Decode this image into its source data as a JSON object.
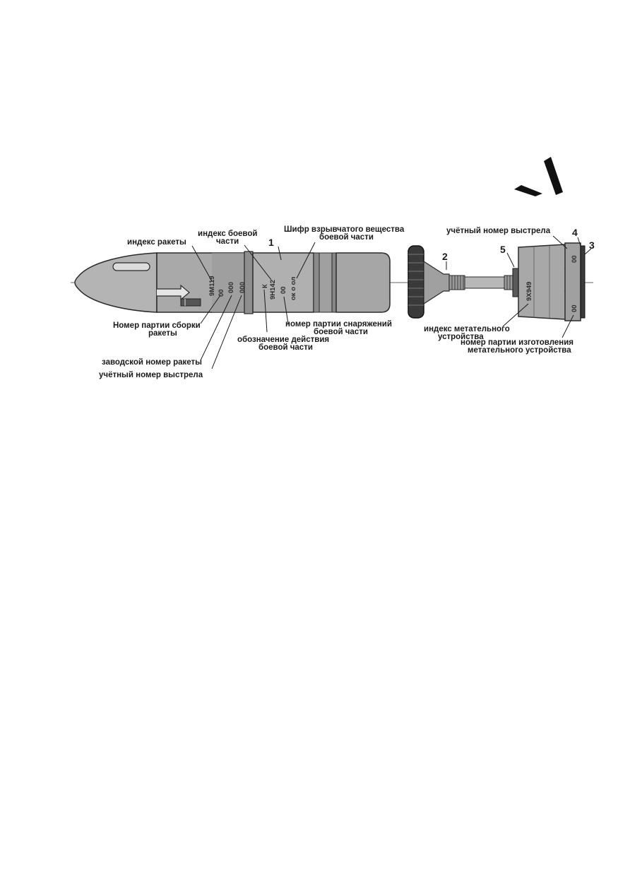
{
  "diagram": {
    "callouts": {
      "c1": "1",
      "c2": "2",
      "c3": "3",
      "c4": "4",
      "c5": "5"
    },
    "labels": {
      "missile_index": "индекс ракеты",
      "warhead_index_l1": "индекс боевой",
      "warhead_index_l2": "части",
      "explosive_code_l1": "Шифр взрывчатого вещества",
      "explosive_code_l2": "боевой части",
      "round_number_top": "учётный номер выстрела",
      "assembly_lot_l1": "Номер партии сборки",
      "assembly_lot_l2": "ракеты",
      "loading_lot_l1": "номер партии снаряжений",
      "loading_lot_l2": "боевой части",
      "action_designation_l1": "обозначение действия",
      "action_designation_l2": "боевой части",
      "launcher_index_l1": "индекс метательного",
      "launcher_index_l2": "устройства",
      "launcher_lot_l1": "номер партии изготовления",
      "launcher_lot_l2": "метательного устройства",
      "factory_number": "заводской номер ракеты",
      "round_number_bottom": "учётный номер выстрела"
    },
    "markings": {
      "missile_code": "9М119",
      "missile_lot": "00",
      "factory_no": "000",
      "round_no": "000",
      "action_letter": "К",
      "warhead_code": "9Н142",
      "warhead_lot": "00",
      "explosive": "ок о ол",
      "launcher_code": "9Х949",
      "launcher_round_no": "00",
      "launcher_lot": "00"
    },
    "colors": {
      "body": "#a9a9a9",
      "body_light": "#c4c4c4",
      "body_dark": "#7a7a7a",
      "outline": "#2a2a2a"
    }
  }
}
